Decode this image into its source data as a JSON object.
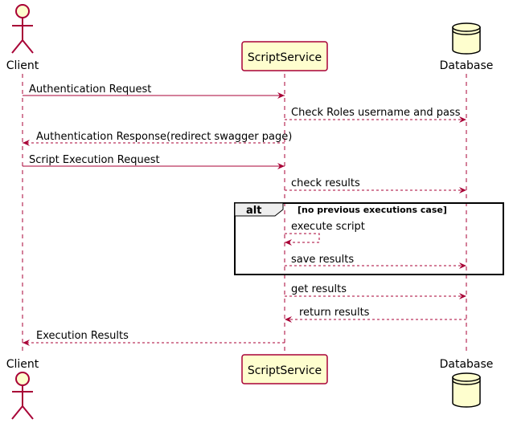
{
  "participants": {
    "client": "Client",
    "script_service": "ScriptService",
    "database": "Database"
  },
  "messages": [
    {
      "from": "client",
      "to": "script_service",
      "text": "Authentication Request",
      "style": "solid"
    },
    {
      "from": "script_service",
      "to": "database",
      "text": "Check Roles username and pass",
      "style": "dashed"
    },
    {
      "from": "script_service",
      "to": "client",
      "text": "Authentication Response(redirect swagger page)",
      "style": "dashed"
    },
    {
      "from": "client",
      "to": "script_service",
      "text": "Script Execution Request",
      "style": "solid"
    },
    {
      "from": "script_service",
      "to": "database",
      "text": "check results",
      "style": "dashed"
    },
    {
      "from": "script_service",
      "to": "script_service",
      "text": "execute script",
      "style": "dashed"
    },
    {
      "from": "script_service",
      "to": "database",
      "text": "save results",
      "style": "dashed"
    },
    {
      "from": "script_service",
      "to": "database",
      "text": "get results",
      "style": "dashed"
    },
    {
      "from": "database",
      "to": "script_service",
      "text": "return results",
      "style": "dashed"
    },
    {
      "from": "script_service",
      "to": "client",
      "text": "Execution Results",
      "style": "dashed"
    }
  ],
  "alt_fragment": {
    "keyword": "alt",
    "condition": "[no previous executions case]"
  },
  "colors": {
    "arrow": "#a80036",
    "participant_fill": "#fefece",
    "participant_border": "#a80036",
    "frame_border": "#000000",
    "frame_tab_fill": "#eeeeee"
  }
}
